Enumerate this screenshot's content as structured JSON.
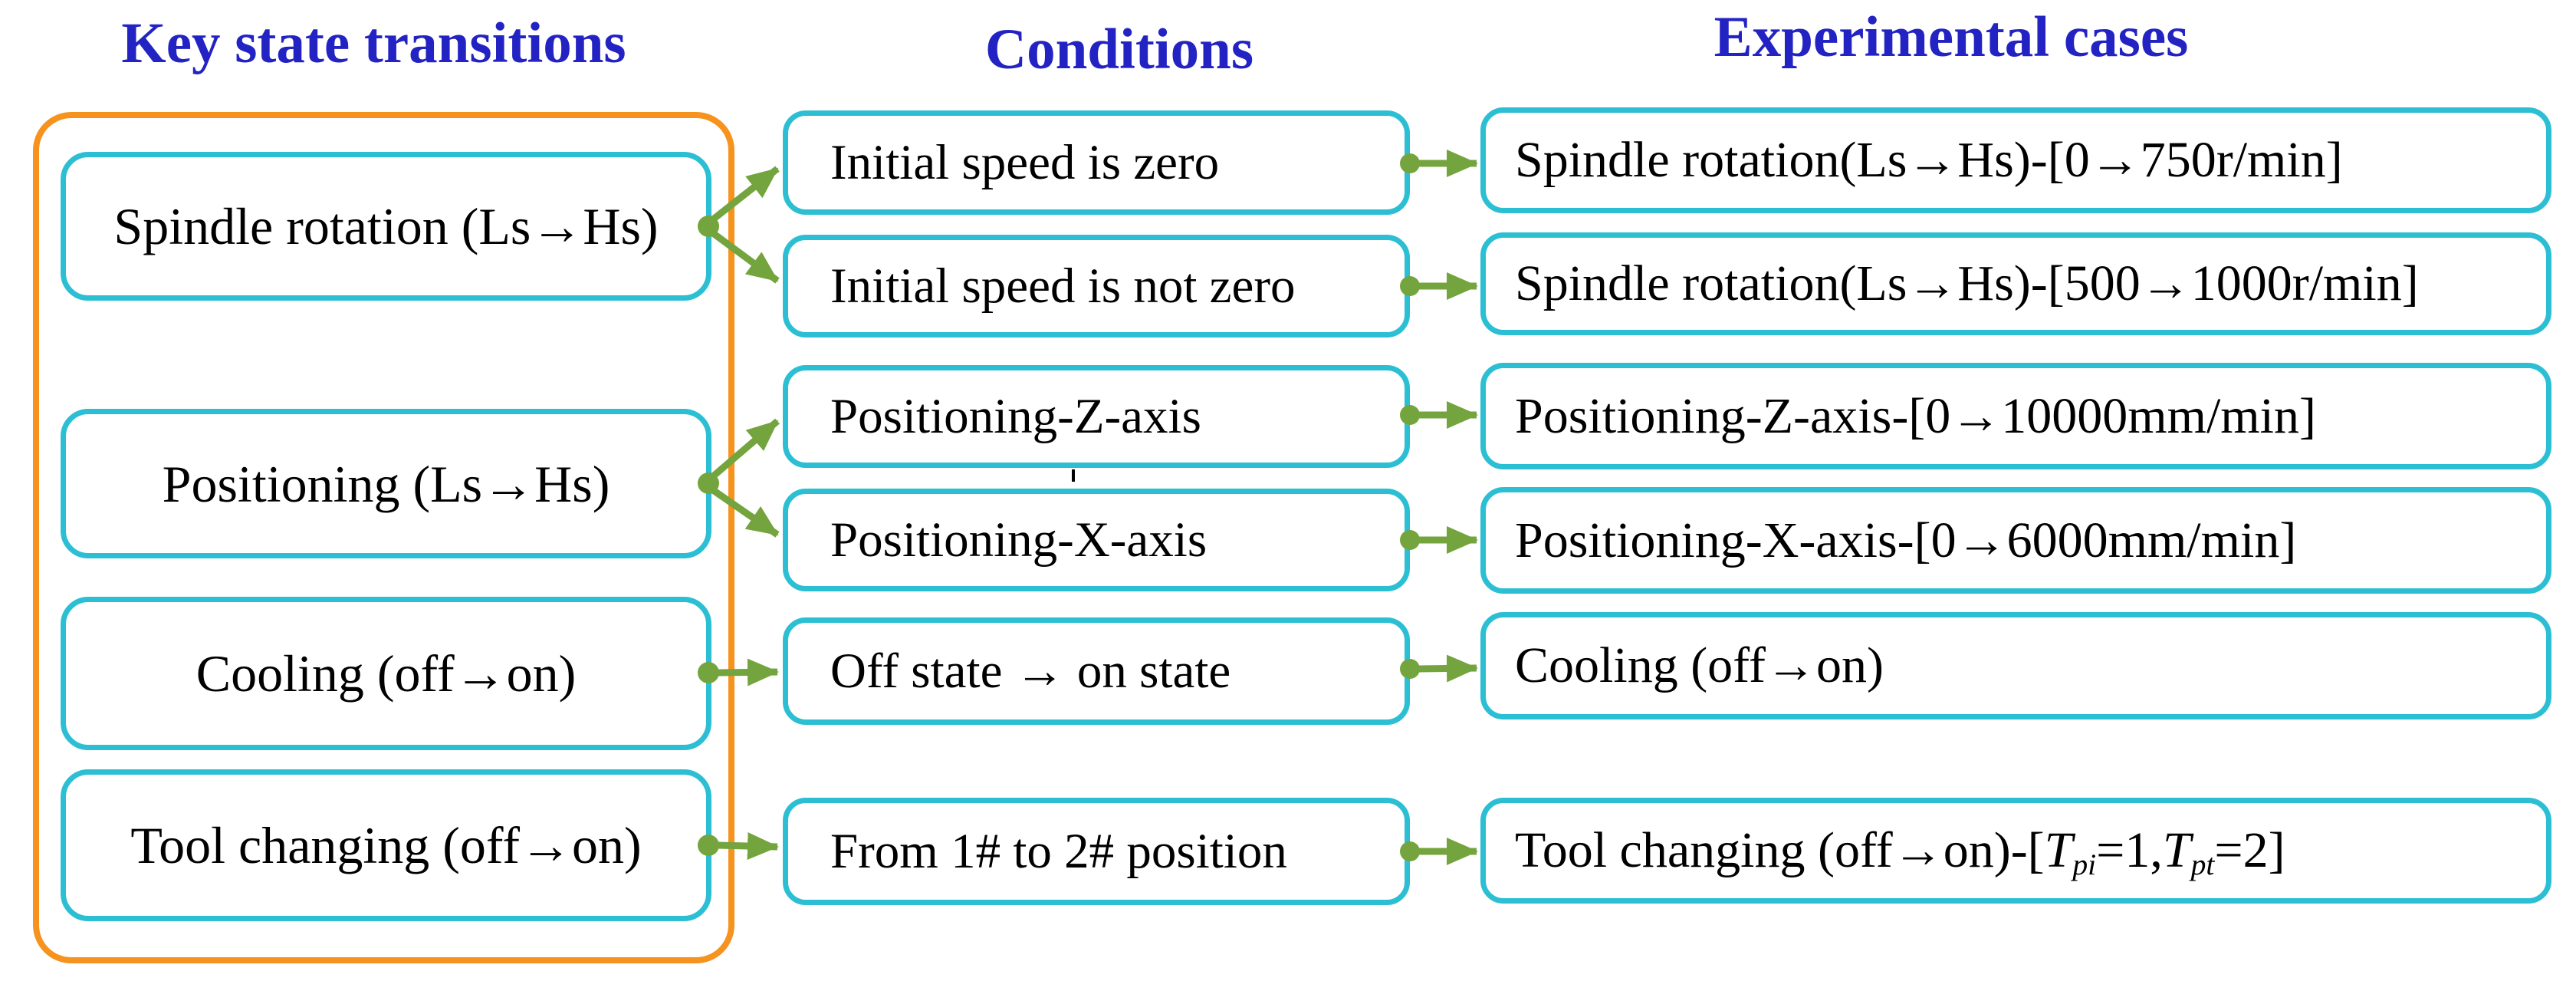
{
  "colors": {
    "header_text": "#2323C3",
    "box_border": "#2CBFD4",
    "group_border": "#F6921E",
    "arrow": "#74A43E",
    "text": "#000000",
    "background": "#FFFFFF"
  },
  "headers": {
    "transitions": "Key state transitions",
    "conditions": "Conditions",
    "cases": "Experimental cases"
  },
  "transitions": {
    "items": [
      {
        "label": "Spindle rotation (Ls→Hs)"
      },
      {
        "label": "Positioning (Ls→Hs)"
      },
      {
        "label": "Cooling (off→on)"
      },
      {
        "label": "Tool changing (off→on)"
      }
    ]
  },
  "conditions": {
    "items": [
      {
        "label": "Initial speed is zero"
      },
      {
        "label": "Initial speed is not zero"
      },
      {
        "label": "Positioning-Z-axis"
      },
      {
        "label": "Positioning-X-axis"
      },
      {
        "label": "Off state → on state"
      },
      {
        "label": "From 1# to 2# position"
      }
    ]
  },
  "cases": {
    "items": [
      {
        "label": "Spindle rotation(Ls→Hs)-[0→750r/min]"
      },
      {
        "label": "Spindle rotation(Ls→Hs)-[500→1000r/min]"
      },
      {
        "label": "Positioning-Z-axis-[0→10000mm/min]"
      },
      {
        "label": "Positioning-X-axis-[0→6000mm/min]"
      },
      {
        "label": "Cooling (off→on)"
      },
      {
        "label_parts": [
          {
            "t": "Tool changing (off→on)-["
          },
          {
            "t": "T",
            "italic": true
          },
          {
            "t": "pi",
            "italic": true,
            "sub": true
          },
          {
            "t": "=1,"
          },
          {
            "t": "T",
            "italic": true
          },
          {
            "t": "pt",
            "italic": true,
            "sub": true
          },
          {
            "t": "=2]"
          }
        ]
      }
    ]
  },
  "connections": [
    {
      "from": "Spindle rotation (Ls→Hs)",
      "to": "Initial speed is zero"
    },
    {
      "from": "Spindle rotation (Ls→Hs)",
      "to": "Initial speed is not zero"
    },
    {
      "from": "Positioning (Ls→Hs)",
      "to": "Positioning-Z-axis"
    },
    {
      "from": "Positioning (Ls→Hs)",
      "to": "Positioning-X-axis"
    },
    {
      "from": "Cooling (off→on)",
      "to": "Off state → on state"
    },
    {
      "from": "Tool changing (off→on)",
      "to": "From 1# to 2# position"
    },
    {
      "from": "Initial speed is zero",
      "to": "Spindle rotation(Ls→Hs)-[0→750r/min]"
    },
    {
      "from": "Initial speed is not zero",
      "to": "Spindle rotation(Ls→Hs)-[500→1000r/min]"
    },
    {
      "from": "Positioning-Z-axis",
      "to": "Positioning-Z-axis-[0→10000mm/min]"
    },
    {
      "from": "Positioning-X-axis",
      "to": "Positioning-X-axis-[0→6000mm/min]"
    },
    {
      "from": "Off state → on state",
      "to": "Cooling (off→on)"
    },
    {
      "from": "From 1# to 2# position",
      "to": "Tool changing (off→on)-[Tpi=1,Tpt=2]"
    }
  ]
}
